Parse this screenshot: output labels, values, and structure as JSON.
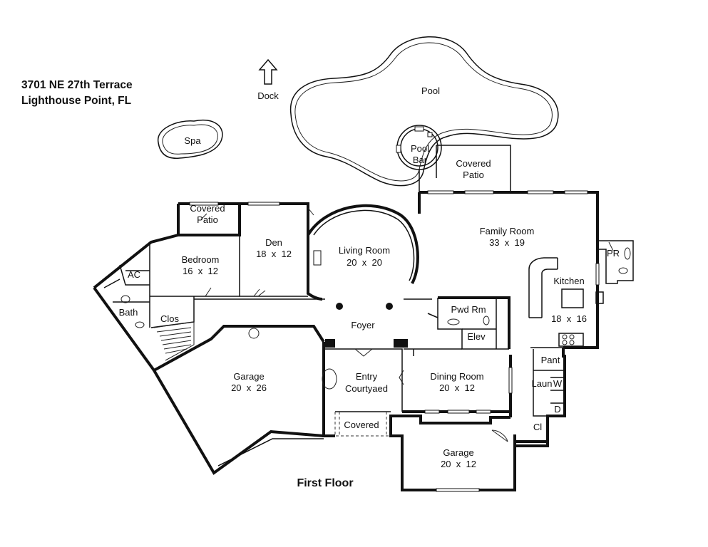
{
  "header": {
    "address_line1": "3701 NE 27th Terrace",
    "address_line2": "Lighthouse Point, FL"
  },
  "compass": {
    "label": "Dock",
    "icon": "north-arrow-icon"
  },
  "outdoor": {
    "pool": "Pool",
    "spa": "Spa",
    "pool_bar_line1": "Pool",
    "pool_bar_line2": "Bar",
    "covered_patio_pool_line1": "Covered",
    "covered_patio_pool_line2": "Patio",
    "covered_patio_bedroom_line1": "Covered",
    "covered_patio_bedroom_line2": "Patio",
    "covered_entry": "Covered"
  },
  "rooms": {
    "den": {
      "name": "Den",
      "size": "18  x  12"
    },
    "living_room": {
      "name": "Living Room",
      "size": "20  x  20"
    },
    "family_room": {
      "name": "Family Room",
      "size": "33  x  19"
    },
    "kitchen": {
      "name": "Kitchen",
      "size": "18  x  16"
    },
    "bedroom": {
      "name": "Bedroom",
      "size": "16  x  12"
    },
    "ac": "AC",
    "bath": "Bath",
    "clos": "Clos",
    "foyer": "Foyer",
    "powder_room": "Pwd Rm",
    "elevator": "Elev",
    "pr": "PR",
    "garage_left": {
      "name": "Garage",
      "size": "20  x  26"
    },
    "entry_courtyard_line1": "Entry",
    "entry_courtyard_line2": "Courtyaed",
    "dining_room": {
      "name": "Dining Room",
      "size": "20  x  12"
    },
    "pantry": "Pant",
    "laundry": "Laun",
    "washer": "W",
    "dryer": "D",
    "closet": "Cl",
    "garage_right": {
      "name": "Garage",
      "size": "20  x  12"
    }
  },
  "footer": {
    "floor_title": "First Floor"
  },
  "colors": {
    "line": "#111111",
    "background": "#ffffff"
  }
}
